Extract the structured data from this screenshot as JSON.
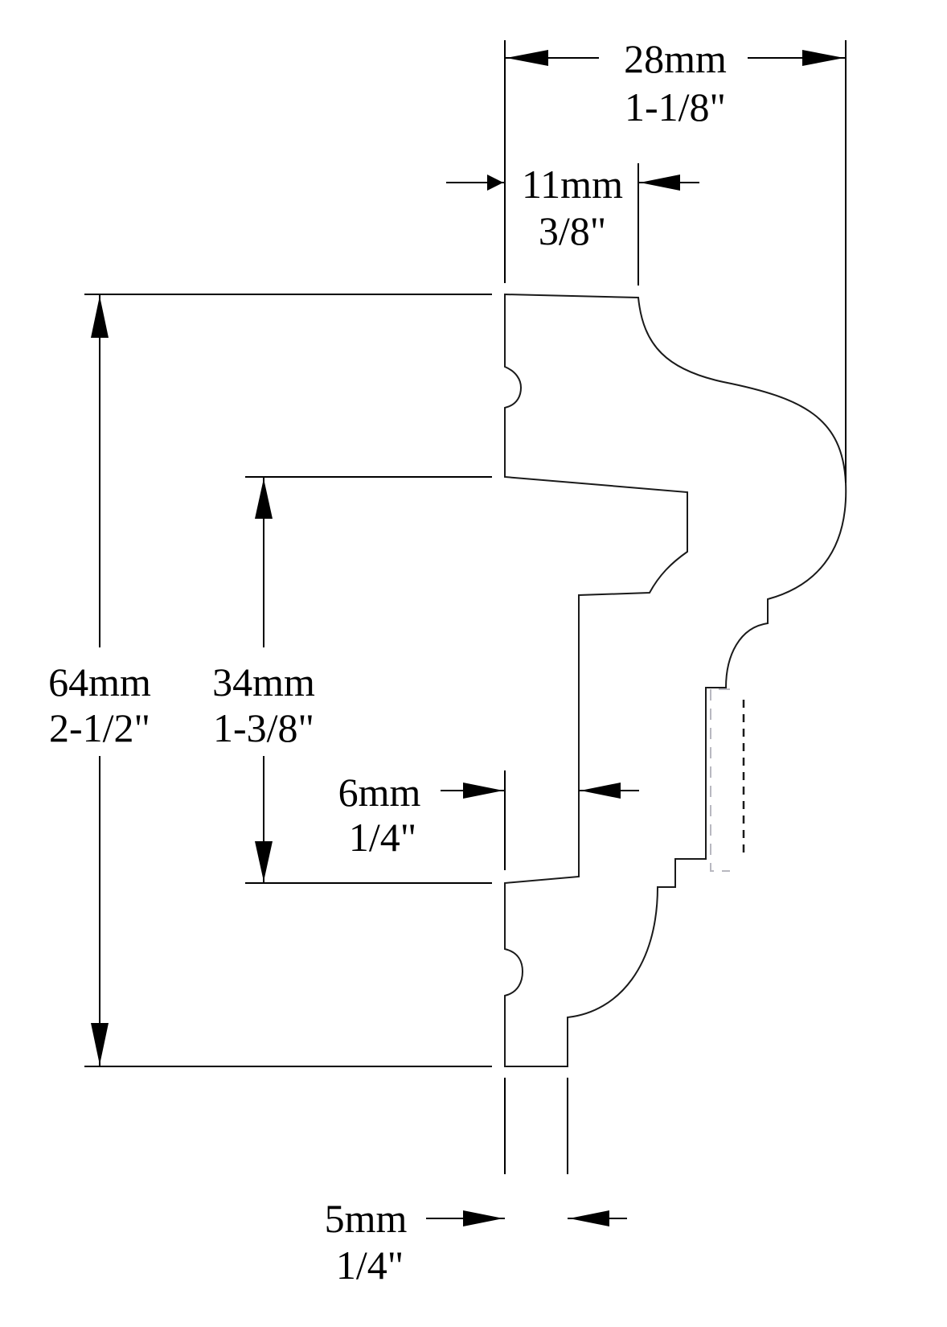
{
  "diagram": {
    "type": "moulding-profile-cross-section",
    "colors": {
      "line": "#000000",
      "profile": "#1a1a1a",
      "hidden_line": "#b8b8c0",
      "background": "#ffffff"
    },
    "dimensions": {
      "overall_width": {
        "metric": "28mm",
        "imperial": "1-1/8\""
      },
      "top_flat_width": {
        "metric": "11mm",
        "imperial": "3/8\""
      },
      "overall_height": {
        "metric": "64mm",
        "imperial": "2-1/2\""
      },
      "rabbet_height": {
        "metric": "34mm",
        "imperial": "1-3/8\""
      },
      "rabbet_depth": {
        "metric": "6mm",
        "imperial": "1/4\""
      },
      "bottom_flat_width": {
        "metric": "5mm",
        "imperial": "1/4\""
      }
    }
  }
}
